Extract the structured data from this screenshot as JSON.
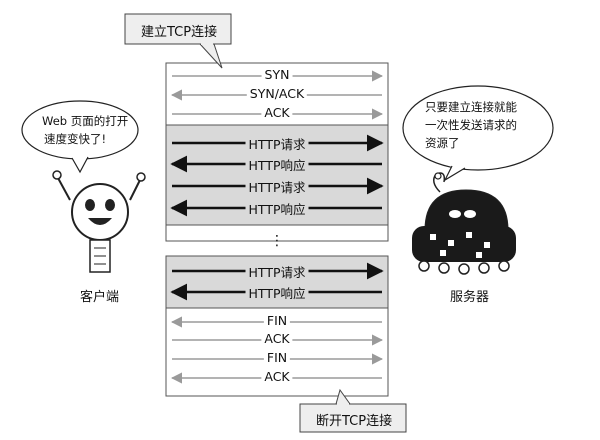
{
  "callouts": {
    "establish": "建立TCP连接",
    "close": "断开TCP连接"
  },
  "bubbles": {
    "client": [
      "Web 页面的打开",
      "速度变快了!"
    ],
    "server": [
      "只要建立连接就能",
      "一次性发送请求的",
      "资源了"
    ]
  },
  "actors": {
    "client": "客户端",
    "server": "服务器"
  },
  "groups": [
    {
      "kind": "tcp",
      "messages": [
        {
          "label": "SYN",
          "dir": "right"
        },
        {
          "label": "SYN/ACK",
          "dir": "left"
        },
        {
          "label": "ACK",
          "dir": "right"
        }
      ]
    },
    {
      "kind": "http",
      "messages": [
        {
          "label": "HTTP请求",
          "dir": "right"
        },
        {
          "label": "HTTP响应",
          "dir": "left"
        },
        {
          "label": "HTTP请求",
          "dir": "right"
        },
        {
          "label": "HTTP响应",
          "dir": "left"
        }
      ]
    },
    {
      "kind": "ellipsis",
      "messages": [
        {
          "label": "⋮",
          "dir": "none"
        }
      ]
    },
    {
      "kind": "http",
      "messages": [
        {
          "label": "HTTP请求",
          "dir": "right"
        },
        {
          "label": "HTTP响应",
          "dir": "left"
        }
      ]
    },
    {
      "kind": "tcp",
      "messages": [
        {
          "label": "FIN",
          "dir": "left"
        },
        {
          "label": "ACK",
          "dir": "right"
        },
        {
          "label": "FIN",
          "dir": "right"
        },
        {
          "label": "ACK",
          "dir": "left"
        }
      ]
    }
  ],
  "colors": {
    "http_band": "#d9d9d9",
    "tcp_arrow": "#9a9a9a",
    "http_arrow": "#111111",
    "client_robot": "#ffffff",
    "server_robot": "#1a1a1a"
  }
}
